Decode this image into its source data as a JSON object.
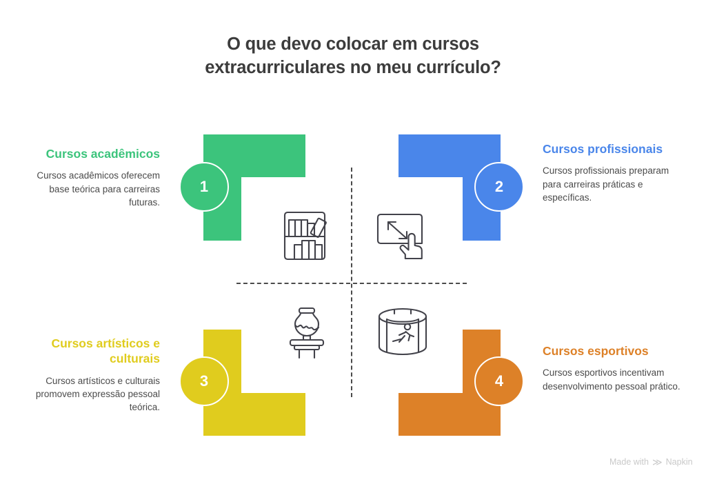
{
  "page": {
    "title": "O que devo colocar em cursos extracurriculares no meu currículo?",
    "background": "#ffffff",
    "title_color": "#3c3c3c"
  },
  "colors": {
    "green": "#3CC47C",
    "blue": "#4A86EA",
    "yellow": "#E0CC1E",
    "orange": "#DD8128",
    "text": "#4a4a4a",
    "icon_stroke": "#42424a",
    "divider": "#4a4a4a",
    "watermark": "#c9c9c9"
  },
  "quadrants": [
    {
      "number": "1",
      "heading": "Cursos acadêmicos",
      "body": "Cursos acadêmicos oferecem base teórica para carreiras futuras.",
      "color": "#3CC47C",
      "icon_name": "bookshelf-icon"
    },
    {
      "number": "2",
      "heading": "Cursos profissionais",
      "body": "Cursos profissionais preparam para carreiras práticas e específicas.",
      "color": "#4A86EA",
      "icon_name": "screen-resize-hand-icon"
    },
    {
      "number": "3",
      "heading": "Cursos artísticos e culturais",
      "body": "Cursos artísticos e culturais promovem expressão pessoal teórica.",
      "color": "#E0CC1E",
      "icon_name": "vase-pedestal-icon"
    },
    {
      "number": "4",
      "heading": "Cursos esportivos",
      "body": "Cursos esportivos incentivam desenvolvimento pessoal prático.",
      "color": "#DD8128",
      "icon_name": "stadium-runner-icon"
    }
  ],
  "watermark": {
    "prefix": "Made with",
    "mark": "≫",
    "brand": "Napkin"
  }
}
